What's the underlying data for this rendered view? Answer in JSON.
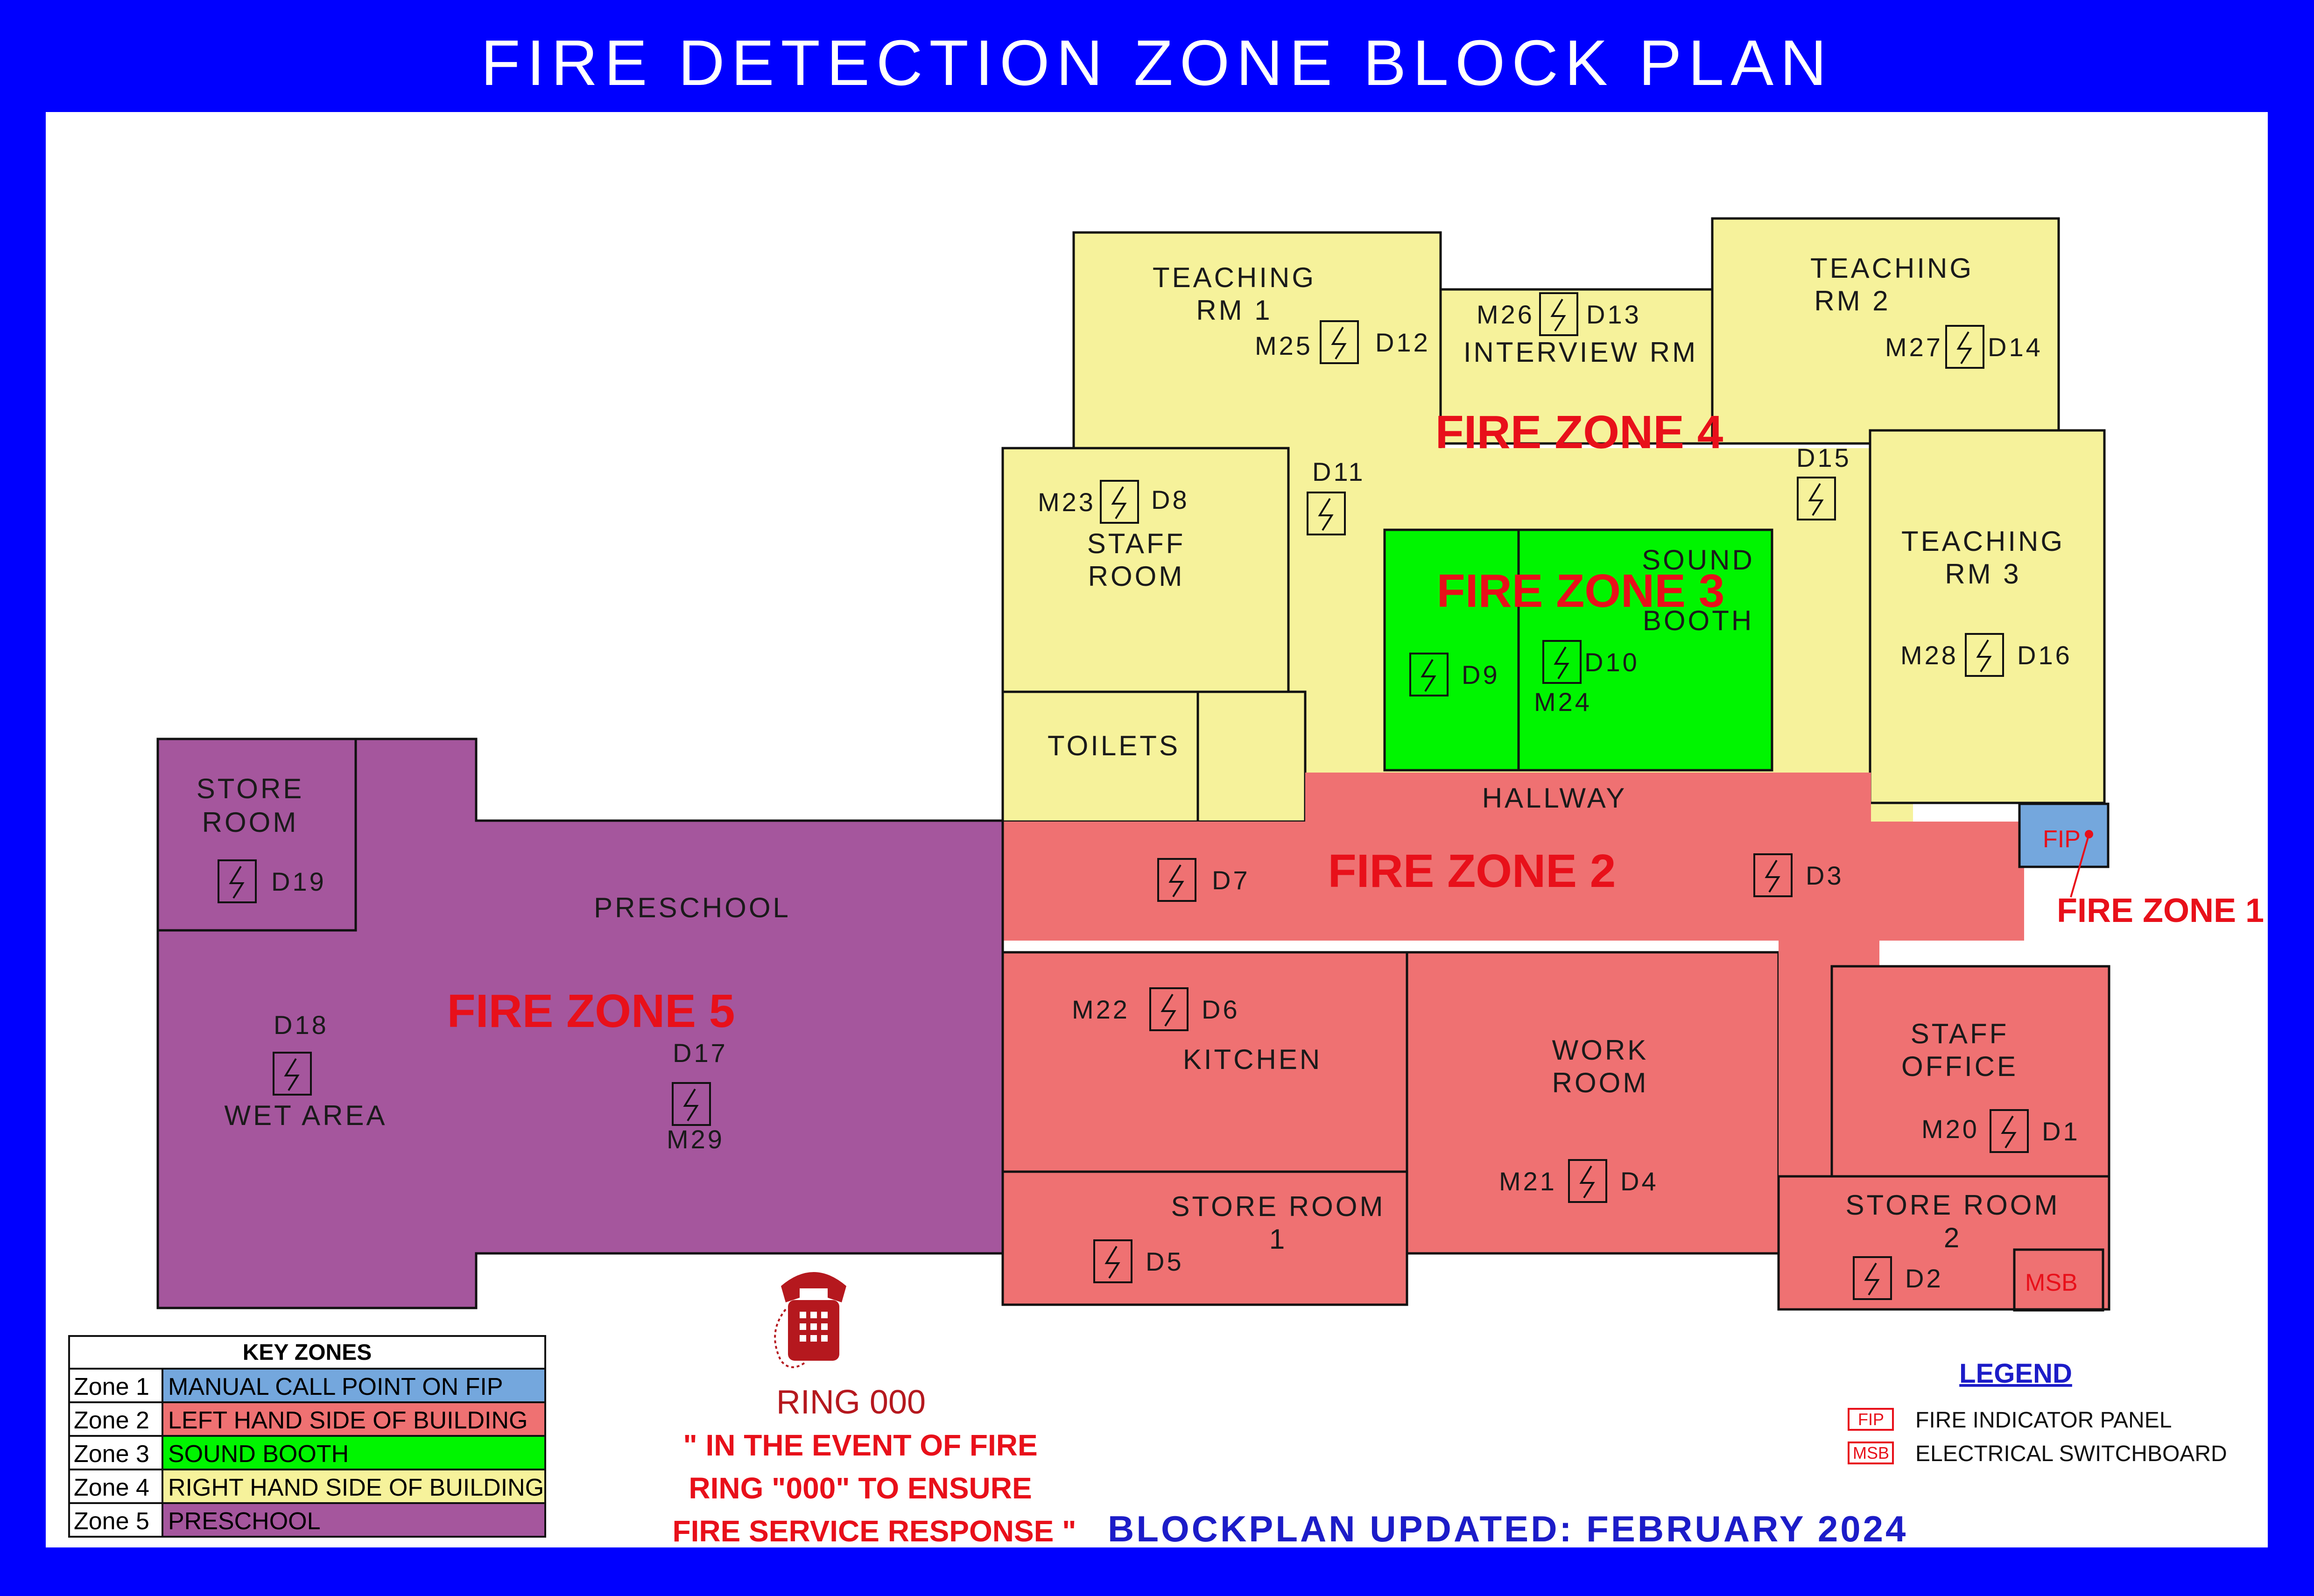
{
  "title": "FIRE DETECTION ZONE BLOCK PLAN",
  "colors": {
    "frame": "#0000ff",
    "zone1": "#74a7dd",
    "zone2": "#ef7172",
    "zone3": "#00f500",
    "zone4": "#f6f29b",
    "zone5": "#a5569d",
    "zone_label": "#e8101a"
  },
  "zones": {
    "z1": "FIRE ZONE 1",
    "z2": "FIRE ZONE 2",
    "z3": "FIRE ZONE 3",
    "z4": "FIRE ZONE 4",
    "z5": "FIRE ZONE 5"
  },
  "rooms": {
    "teaching1_a": "TEACHING",
    "teaching1_b": "RM 1",
    "interview": "INTERVIEW RM",
    "teaching2_a": "TEACHING",
    "teaching2_b": "RM 2",
    "teaching3_a": "TEACHING",
    "teaching3_b": "RM 3",
    "staffroom_a": "STAFF",
    "staffroom_b": "ROOM",
    "sound_a": "SOUND",
    "sound_b": "BOOTH",
    "toilets": "TOILETS",
    "hallway": "HALLWAY",
    "store_a": "STORE",
    "store_b": "ROOM",
    "preschool": "PRESCHOOL",
    "wetarea": "WET AREA",
    "kitchen": "KITCHEN",
    "work_a": "WORK",
    "work_b": "ROOM",
    "staffoffice_a": "STAFF",
    "staffoffice_b": "OFFICE",
    "store1_a": "STORE ROOM",
    "store1_b": "1",
    "store2_a": "STORE ROOM",
    "store2_b": "2"
  },
  "detectors": {
    "d1": "D1",
    "d2": "D2",
    "d3": "D3",
    "d4": "D4",
    "d5": "D5",
    "d6": "D6",
    "d7": "D7",
    "d8": "D8",
    "d9": "D9",
    "d10": "D10",
    "d11": "D11",
    "d12": "D12",
    "d13": "D13",
    "d14": "D14",
    "d15": "D15",
    "d16": "D16",
    "d17": "D17",
    "d18": "D18",
    "d19": "D19"
  },
  "call_points": {
    "m20": "M20",
    "m21": "M21",
    "m22": "M22",
    "m23": "M23",
    "m24": "M24",
    "m25": "M25",
    "m26": "M26",
    "m27": "M27",
    "m28": "M28",
    "m29": "M29"
  },
  "panels": {
    "fip": "FIP",
    "msb": "MSB"
  },
  "key": {
    "title": "KEY ZONES",
    "rows": [
      {
        "zone": "Zone 1",
        "desc": "MANUAL CALL POINT ON FIP"
      },
      {
        "zone": "Zone 2",
        "desc": "LEFT HAND SIDE OF BUILDING"
      },
      {
        "zone": "Zone 3",
        "desc": "SOUND BOOTH"
      },
      {
        "zone": "Zone 4",
        "desc": "RIGHT HAND SIDE OF BUILDING"
      },
      {
        "zone": "Zone 5",
        "desc": "PRESCHOOL"
      }
    ]
  },
  "emergency": {
    "ring": "RING 000",
    "line1": "\" IN THE EVENT OF FIRE",
    "line2": "RING \"000\" TO ENSURE",
    "line3": "FIRE SERVICE RESPONSE \""
  },
  "updated": "BLOCKPLAN UPDATED: FEBRUARY 2024",
  "legend": {
    "title": "LEGEND",
    "items": [
      {
        "code": "FIP",
        "text": "FIRE INDICATOR PANEL"
      },
      {
        "code": "MSB",
        "text": "ELECTRICAL SWITCHBOARD"
      }
    ]
  }
}
